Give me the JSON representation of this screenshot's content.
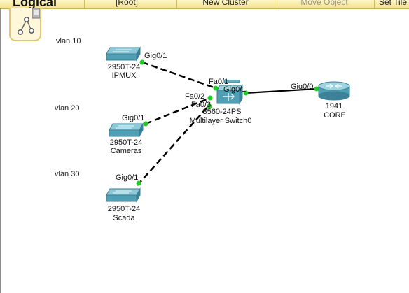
{
  "toolbar": {
    "mode_title": "Logical",
    "root_label": "[Root]",
    "new_cluster_label": "New Cluster",
    "move_object_label": "Move Object",
    "set_tiled_label": "Set Tile"
  },
  "vlans": [
    "vlan 10",
    "vlan 20",
    "vlan 30"
  ],
  "devices": {
    "ipmux": {
      "model": "2950T-24",
      "name": "IPMUX"
    },
    "cameras": {
      "model": "2950T-24",
      "name": "Cameras"
    },
    "scada": {
      "model": "2950T-24",
      "name": "Scada"
    },
    "multilayer": {
      "model": "3560-24PS",
      "name": "Multilayer Switch0"
    },
    "core": {
      "model": "1941",
      "name": "CORE"
    }
  },
  "ports": {
    "ipmux_gig": "Gig0/1",
    "cameras_gig": "Gig0/1",
    "scada_gig": "Gig0/1",
    "ml_fa01": "Fa0/1",
    "ml_fa02": "Fa0/2",
    "ml_fa03": "Fa0/3",
    "ml_gig01": "Gig0/1",
    "core_gig00": "Gig0/0"
  },
  "colors": {
    "link_up": "#22cc22",
    "switch_body": "#4f9fb5",
    "toolbar_bg": "#f3e08e"
  },
  "icons": [
    "logical-view-icon",
    "switch-icon",
    "multilayer-switch-icon",
    "router-icon"
  ]
}
